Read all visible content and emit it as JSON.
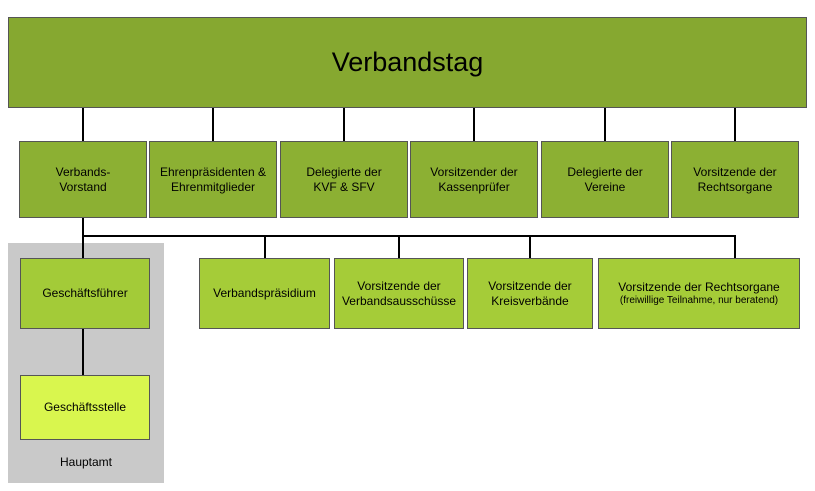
{
  "diagram": {
    "title_text": "Verbandstag",
    "colors": {
      "root_fill": "#86a830",
      "tier2_fill": "#8cb033",
      "tier3_fill": "#a5cc38",
      "office_head_fill": "#a3cb38",
      "office_branch_fill": "#d9f64e",
      "panel_fill": "#c9c9c9",
      "border": "#555555",
      "connector": "#000000",
      "background": "#ffffff"
    }
  },
  "root": {
    "label": "Verbandstag"
  },
  "tier2": {
    "nodes": [
      {
        "label": "Verbands-\nVorstand",
        "line1": "Verbands-",
        "line2": "Vorstand"
      },
      {
        "label": "Ehrenpräsidenten &\nEhrenmitglieder",
        "line1": "Ehrenpräsidenten &",
        "line2": "Ehrenmitglieder"
      },
      {
        "label": "Delegierte der\nKVF & SFV",
        "line1": "Delegierte der",
        "line2": "KVF & SFV"
      },
      {
        "label": "Vorsitzender der\nKassenprüfer",
        "line1": "Vorsitzender der",
        "line2": "Kassenprüfer"
      },
      {
        "label": "Delegierte der\nVereine",
        "line1": "Delegierte der",
        "line2": "Vereine"
      },
      {
        "label": "Vorsitzende der\nRechtsorgane",
        "line1": "Vorsitzende der",
        "line2": "Rechtsorgane"
      }
    ]
  },
  "tier3": {
    "nodes": [
      {
        "label": "Verbandspräsidium",
        "line1": "Verbandspräsidium",
        "line2": ""
      },
      {
        "label": "Vorsitzende der\nVerbandsausschüsse",
        "line1": "Vorsitzende der",
        "line2": "Verbandsausschüsse"
      },
      {
        "label": "Vorsitzende der\nKreisverbände",
        "line1": "Vorsitzende der",
        "line2": "Kreisverbände"
      },
      {
        "label": "Vorsitzende der Rechtsorgane\n(freiwillige Teilnahme, nur beratend)",
        "line1": "Vorsitzende der Rechtsorgane",
        "line2": "(freiwillige Teilnahme, nur beratend)"
      }
    ]
  },
  "office_panel": {
    "caption": "Hauptamt",
    "nodes": [
      {
        "label": "Geschäftsführer"
      },
      {
        "label": "Geschäftsstelle"
      }
    ]
  }
}
